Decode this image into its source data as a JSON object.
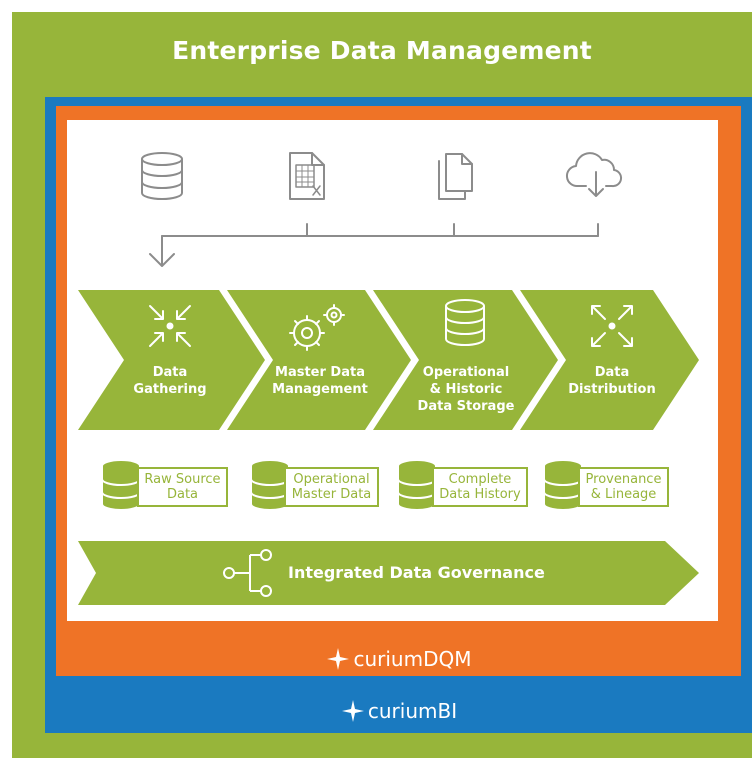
{
  "title": "Enterprise Data Management",
  "sources": [
    {
      "icon": "database-icon"
    },
    {
      "icon": "spreadsheet-icon"
    },
    {
      "icon": "documents-icon"
    },
    {
      "icon": "cloud-download-icon"
    }
  ],
  "steps": [
    {
      "label_1": "Data",
      "label_2": "Gathering",
      "label_3": "",
      "icon": "gather-arrows-icon"
    },
    {
      "label_1": "Master Data",
      "label_2": "Management",
      "label_3": "",
      "icon": "gears-icon"
    },
    {
      "label_1": "Operational",
      "label_2": "& Historic",
      "label_3": "Data Storage",
      "icon": "database-icon"
    },
    {
      "label_1": "Data",
      "label_2": "Distribution",
      "label_3": "",
      "icon": "distribute-arrows-icon"
    }
  ],
  "stores": [
    {
      "label_1": "Raw Source",
      "label_2": "Data"
    },
    {
      "label_1": "Operational",
      "label_2": "Master Data"
    },
    {
      "label_1": "Complete",
      "label_2": "Data History"
    },
    {
      "label_1": "Provenance",
      "label_2": "& Lineage"
    }
  ],
  "governance": {
    "label": "Integrated Data Governance",
    "icon": "hierarchy-icon"
  },
  "brands": {
    "inner": "curiumDQM",
    "outer": "curiumBI"
  },
  "colors": {
    "green": "#97b53a",
    "blue": "#1a7ac0",
    "orange": "#ef7326",
    "gray": "#8c8c8c"
  }
}
